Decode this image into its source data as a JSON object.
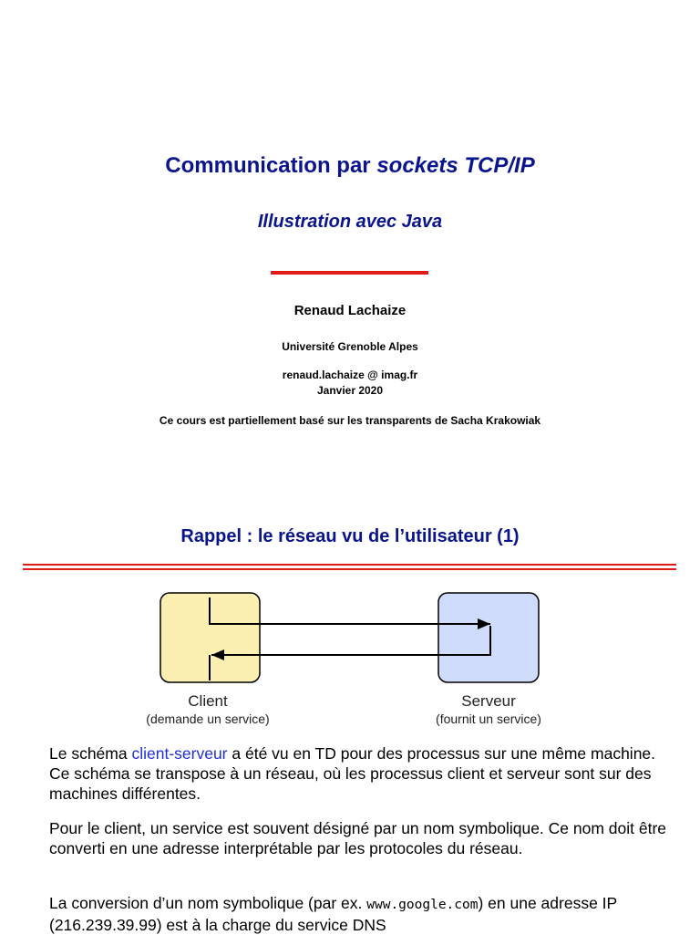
{
  "slide1": {
    "title_prefix": "Communication par ",
    "title_italic": "sockets TCP/IP",
    "subtitle": "Illustration avec Java",
    "author": "Renaud Lachaize",
    "university": "Université Grenoble Alpes",
    "email": "renaud.lachaize @ imag.fr",
    "date": "Janvier 2020",
    "note": "Ce cours est partiellement basé sur les transparents de Sacha Krakowiak"
  },
  "slide2": {
    "title": "Rappel : le réseau vu de l’utilisateur (1)",
    "diagram": {
      "client_label": "Client",
      "client_sub": "(demande un service)",
      "server_label": "Serveur",
      "server_sub": "(fournit un service)",
      "client_color": "#fbf0b2",
      "server_color": "#cfdcfb"
    },
    "p1_before": "Le schéma ",
    "p1_link": "client-serveur",
    "p1_after": " a été vu en TD pour des processus sur une même machine. Ce schéma se transpose à un réseau, où les processus client et serveur sont sur des machines différentes.",
    "p2": "Pour le client, un service est souvent désigné par un nom symbolique. Ce nom doit être converti en une adresse interprétable par les protocoles du réseau.",
    "p3_before": "La conversion d’un nom symbolique (par ex. ",
    "p3_code": "www.google.com",
    "p3_after": ") en une adresse IP (216.239.39.99) est à la charge du service DNS"
  },
  "colors": {
    "heading": "#0a148c",
    "accent_red": "#e11919",
    "link": "#1f2fd6"
  }
}
